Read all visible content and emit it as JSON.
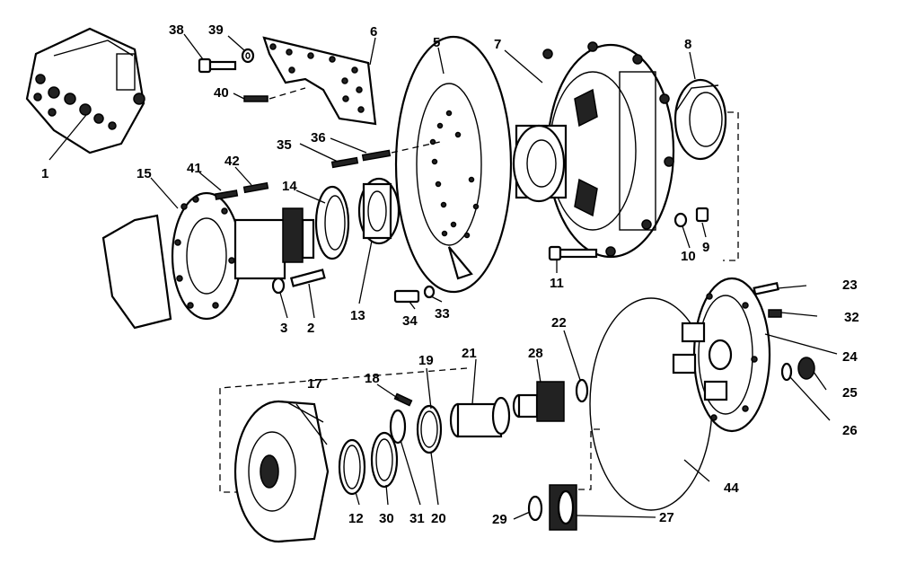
{
  "labels": {
    "p1": "1",
    "p2": "2",
    "p3": "3",
    "p5": "5",
    "p6": "6",
    "p7": "7",
    "p8": "8",
    "p9": "9",
    "p10": "10",
    "p11": "11",
    "p12": "12",
    "p13": "13",
    "p14": "14",
    "p15": "15",
    "p17": "17",
    "p18": "18",
    "p19": "19",
    "p20": "20",
    "p21": "21",
    "p22": "22",
    "p23": "23",
    "p24": "24",
    "p25": "25",
    "p26": "26",
    "p27": "27",
    "p28": "28",
    "p29": "29",
    "p30": "30",
    "p31": "31",
    "p32": "32",
    "p33": "33",
    "p34": "34",
    "p35": "35",
    "p36": "36",
    "p38": "38",
    "p39": "39",
    "p40": "40",
    "p41": "41",
    "p42": "42",
    "p44": "44"
  }
}
